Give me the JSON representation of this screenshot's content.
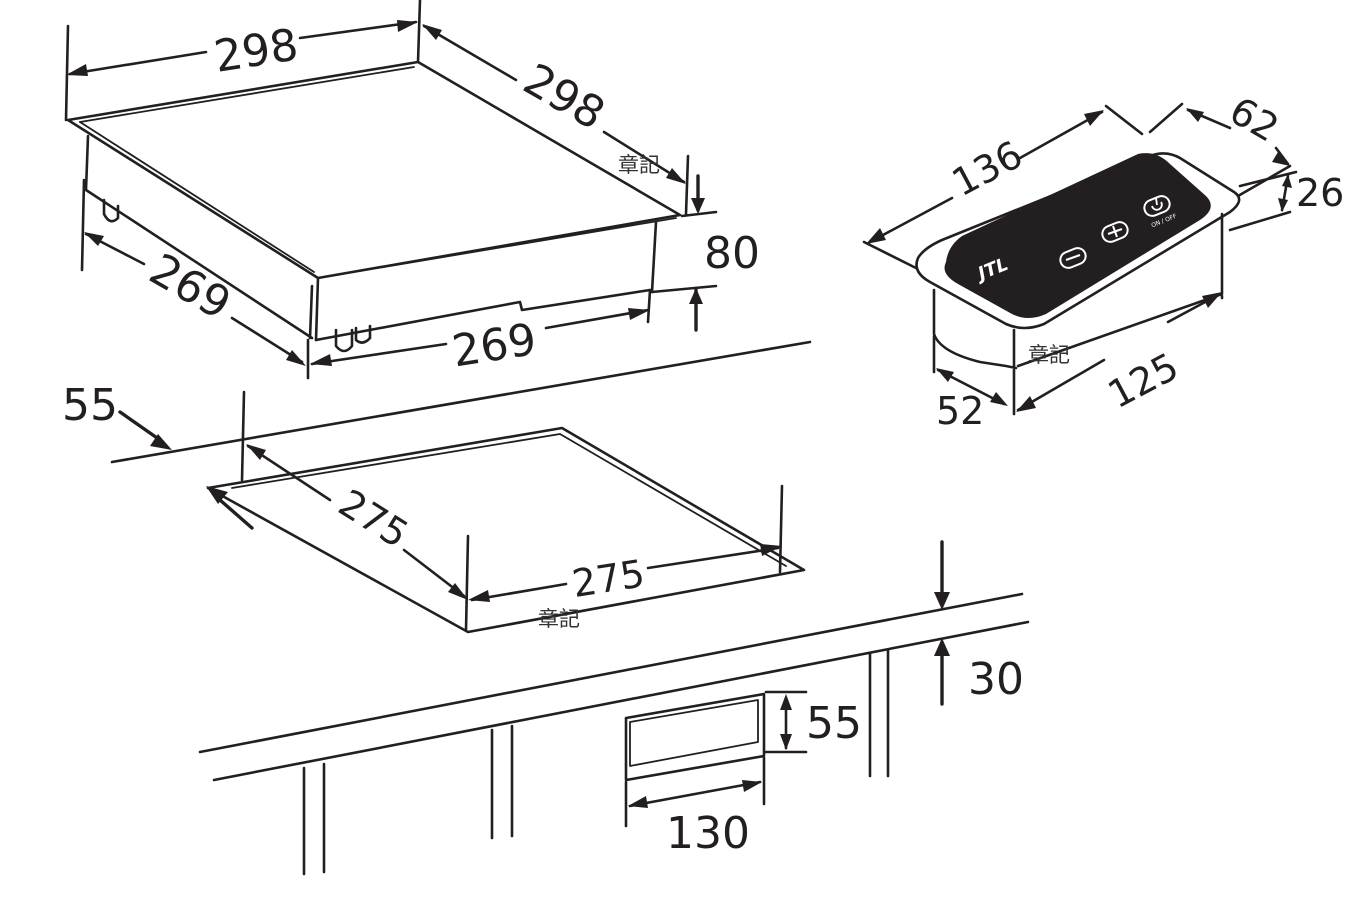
{
  "colors": {
    "line": "#231f20",
    "panel": "#231f20",
    "panel_label": "#ffffff",
    "background": "#ffffff"
  },
  "hob": {
    "width": "298",
    "depth": "298",
    "body_depth": "269",
    "body_width": "269",
    "height": "80"
  },
  "cutout": {
    "depth": "275",
    "width": "275",
    "edge_distance": "55"
  },
  "counter": {
    "thickness": "30",
    "panel_slot_height": "55",
    "panel_slot_width": "130"
  },
  "control_box": {
    "length": "136",
    "width": "62",
    "height": "26",
    "body_length": "125",
    "body_width": "52",
    "brand": "JTL",
    "minus_icon": "minus-icon",
    "plus_icon": "plus-icon",
    "power_icon": "power-icon",
    "power_label": "ON / OFF"
  },
  "watermarks": [
    "章記",
    "章記",
    "章記"
  ]
}
